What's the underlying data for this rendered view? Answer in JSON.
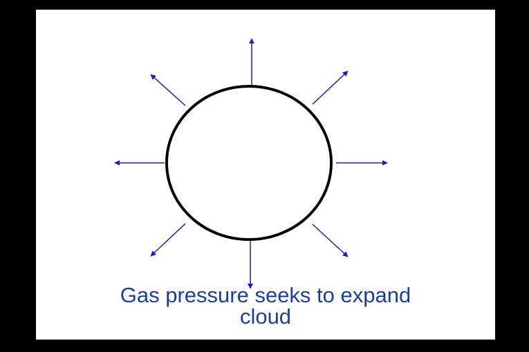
{
  "caption": {
    "line1": "Gas pressure seeks to expand",
    "line2": "cloud"
  },
  "colors": {
    "background": "#000000",
    "slide": "#ffffff",
    "cloud_outline": "#000000",
    "arrow": "#1a1acc",
    "caption_text": "#1c3f9e"
  },
  "icons": {
    "arrow": "arrow-icon",
    "cloud": "cloud-circle"
  }
}
